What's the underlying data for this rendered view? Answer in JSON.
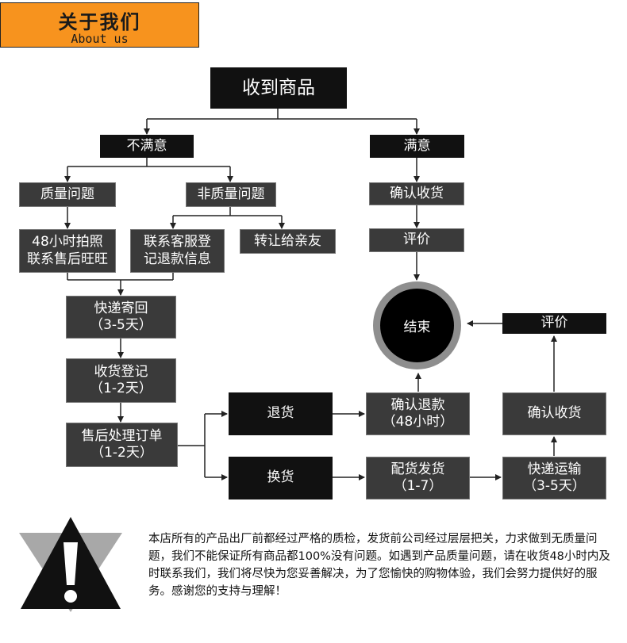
{
  "header": {
    "title_zh": "关于我们",
    "title_en": "About us"
  },
  "flow": {
    "received": "收到商品",
    "unsatisfied": "不满意",
    "satisfied": "满意",
    "quality_issue": "质量问题",
    "non_quality_issue": "非质量问题",
    "photo_contact": "48小时拍照\n联系售后旺旺",
    "contact_service": "联系客服登\n记退款信息",
    "transfer": "转让给亲友",
    "express_return": "快递寄回\n（3-5天）",
    "receive_register": "收货登记\n（1-2天）",
    "process_order": "售后处理订单\n（1-2天）",
    "return_goods": "退货",
    "exchange_goods": "换货",
    "confirm_refund": "确认退款\n（48小时）",
    "prepare_ship": "配货发货\n（1-7）",
    "express_delivery": "快递运输\n（3-5天）",
    "confirm_receipt_right": "确认收货",
    "review_right": "评价",
    "confirm_receipt_top": "确认收货",
    "review_top": "评价",
    "end": "结束"
  },
  "notice": {
    "text": "本店所有的产品出厂前都经过严格的质检，发货前公司经过层层把关，力求做到无质量问题，我们不能保证所有商品都100%没有问题。如遇到产品质量问题，请在收货48小时内及时联系我们，我们将尽快为您妥善解决，为了您愉快的购物体验，我们会努力提供好的服务。感谢您的支持与理解！"
  },
  "colors": {
    "accent": "#f7931e",
    "box_dark": "#111111",
    "box_gray": "#3a3a3a"
  },
  "icons": {
    "warning": "warning-icon"
  }
}
